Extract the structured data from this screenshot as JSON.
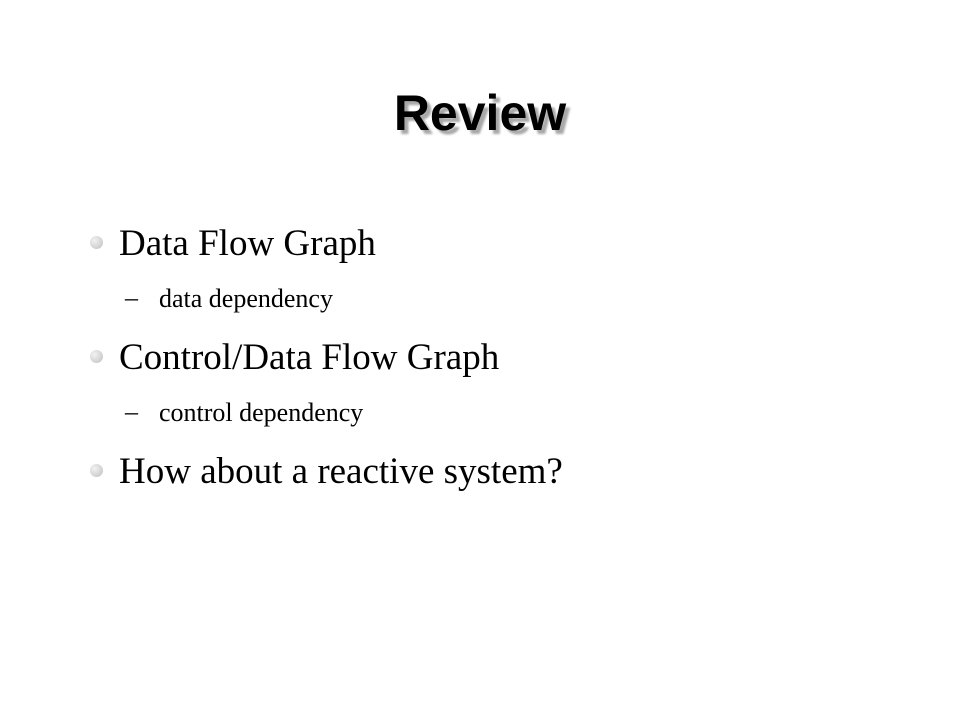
{
  "slide": {
    "title": "Review",
    "bullets": [
      {
        "text": "Data Flow Graph",
        "sub": "data dependency"
      },
      {
        "text": "Control/Data Flow Graph",
        "sub": "control dependency"
      },
      {
        "text": "How about a reactive system?"
      }
    ],
    "dash_symbol": "–",
    "colors": {
      "background": "#ffffff",
      "text": "#000000",
      "title_shadow": "#a8a8a8",
      "bullet": "#d6d6d6"
    }
  }
}
